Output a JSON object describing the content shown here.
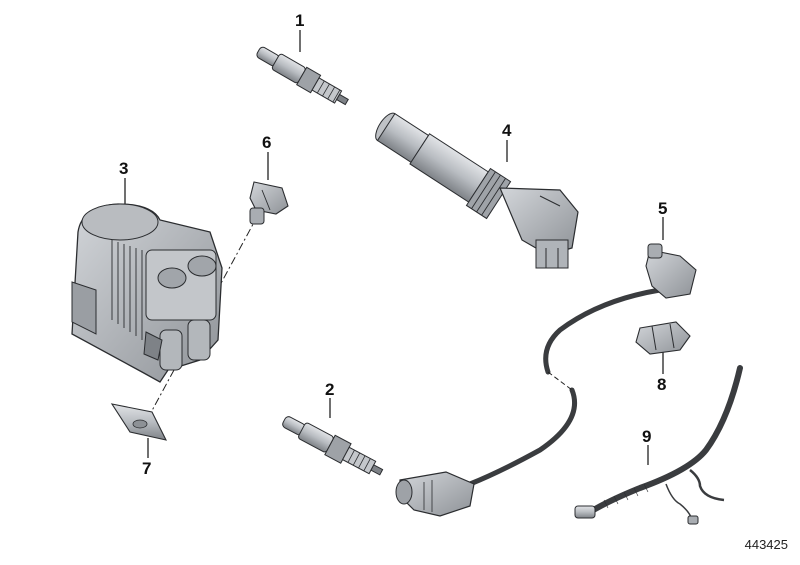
{
  "diagram": {
    "id": "443425",
    "colors": {
      "part_light": "#c9ccd0",
      "part_mid": "#a9adb2",
      "part_dark": "#6f7378",
      "outline": "#2b2d30",
      "cable": "#3a3c3f"
    },
    "callouts": [
      {
        "label": "1",
        "part": "spark-plug-upper"
      },
      {
        "label": "2",
        "part": "spark-plug-lower"
      },
      {
        "label": "3",
        "part": "ignition-coil"
      },
      {
        "label": "4",
        "part": "pencil-ignition-coil"
      },
      {
        "label": "5",
        "part": "spark-plug-cap-cable"
      },
      {
        "label": "6",
        "part": "coil-connector"
      },
      {
        "label": "7",
        "part": "gasket"
      },
      {
        "label": "8",
        "part": "cable-clip"
      },
      {
        "label": "9",
        "part": "wiring-harness"
      }
    ]
  }
}
